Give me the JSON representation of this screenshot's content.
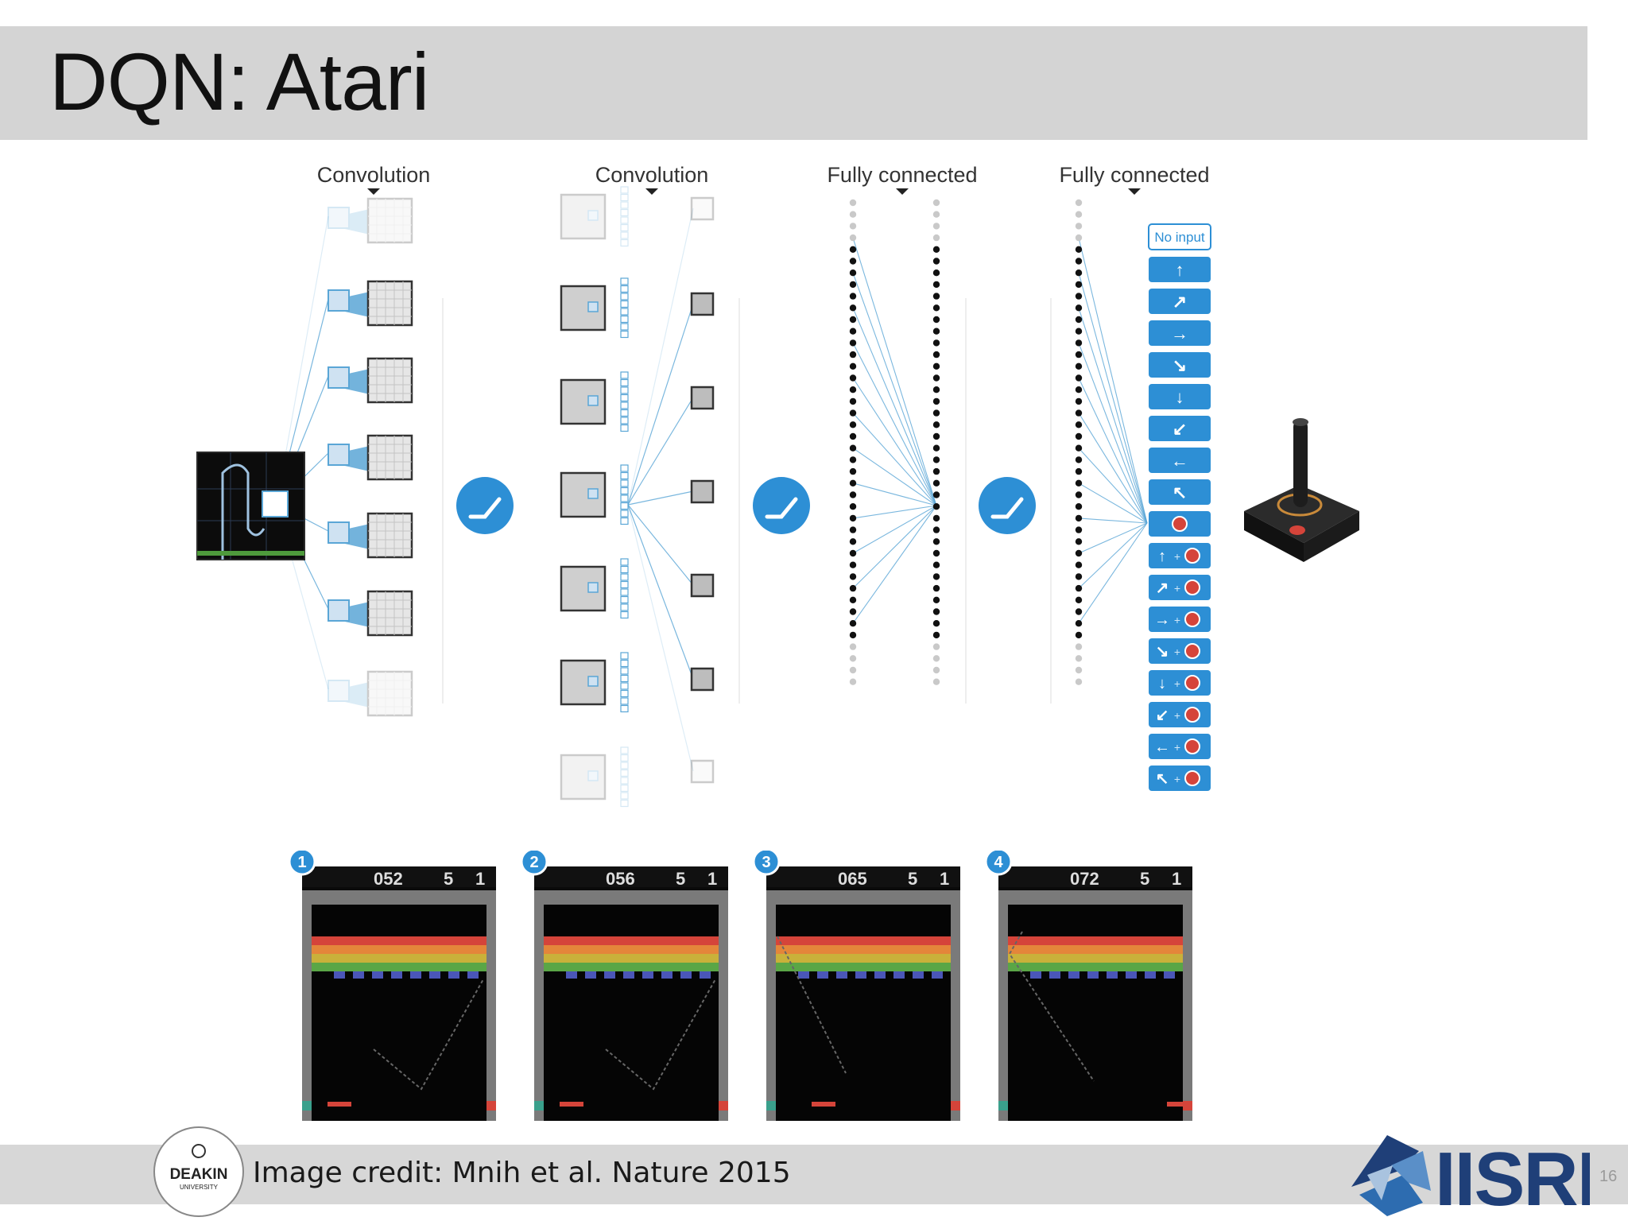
{
  "slide": {
    "title": "DQN: Atari",
    "page_number": "16"
  },
  "diagram": {
    "layer_labels": [
      "Convolution",
      "Convolution",
      "Fully connected",
      "Fully connected"
    ],
    "no_input_label": "No input",
    "action_glyphs": [
      "↑",
      "↗",
      "→",
      "↘",
      "↓",
      "↙",
      "←",
      "↖",
      "●",
      "↑+●",
      "↗+●",
      "→+●",
      "↘+●",
      "↓+●",
      "↙+●",
      "←+●",
      "↖+●"
    ],
    "relu_icon": "relu-activation-icon",
    "joystick_icon": "atari-joystick-icon"
  },
  "frames": [
    {
      "step": "1",
      "score": "052",
      "lives": "5",
      "player": "1"
    },
    {
      "step": "2",
      "score": "056",
      "lives": "5",
      "player": "1"
    },
    {
      "step": "3",
      "score": "065",
      "lives": "5",
      "player": "1"
    },
    {
      "step": "4",
      "score": "072",
      "lives": "5",
      "player": "1"
    }
  ],
  "footer": {
    "credit": "Image credit: Mnih et al. Nature 2015",
    "deakin_name": "DEAKIN",
    "deakin_sub": "UNIVERSITY",
    "org_logo": "IISRI"
  },
  "colors": {
    "title_bar": "#d4d4d4",
    "accent_blue": "#2d8fd5",
    "line_blue": "#5aa6d6",
    "brick_red": "#d5443a",
    "brick_orange": "#e4863a",
    "brick_yellow": "#c9b13a",
    "brick_green": "#5aa646",
    "brick_blue": "#4a56b8",
    "logo_navy": "#1f3f78"
  }
}
